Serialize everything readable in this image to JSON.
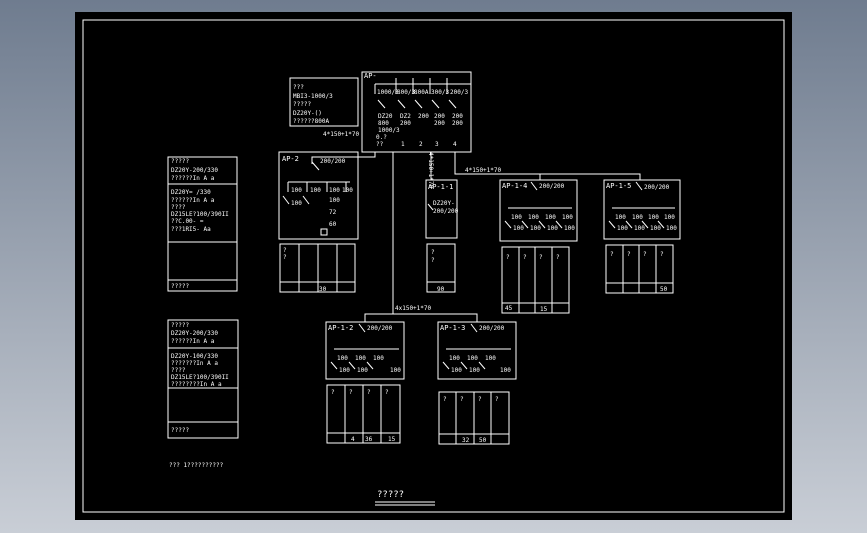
{
  "drawing_title": "?????",
  "footnote": "???  1??????????",
  "legend": {
    "text_lines": [
      "???",
      "MBI3-1000/3",
      "?????",
      "DZ20Y-()",
      "??????800A"
    ]
  },
  "left_panel_1": {
    "lines": [
      "?????",
      "DZ20Y-200/330",
      "??????In  A    a",
      "DZ20Y=   /330",
      "??????In  A    a",
      "????",
      "DZ15LE?100/390II",
      "??C.00- =",
      "???1RI5-  Aa"
    ],
    "bottom": "?????"
  },
  "left_panel_2": {
    "lines": [
      "?????",
      "DZ20Y-200/330",
      "??????In  A    a",
      "DZ20Y-100/330",
      "???????In  A    a",
      "????",
      "DZ15LE?100/390II",
      "????????In  A    a"
    ],
    "bottom": "?????"
  },
  "main": {
    "name": "AP-",
    "ratings": [
      "1000/3",
      "800/3",
      "800A",
      "300/3",
      "200/3"
    ],
    "sub_a": [
      "DZ20",
      "800",
      "1000/3"
    ],
    "sub_b": [
      "DZ2",
      "200"
    ],
    "sub_c": [
      "200"
    ],
    "sub_d": [
      "200",
      "200"
    ],
    "sub_e": [
      "200",
      "200"
    ],
    "outputs": [
      "1",
      "2",
      "3",
      "4"
    ],
    "misc": [
      "??",
      "0.?"
    ]
  },
  "cables": {
    "c1": "4*150+1*70",
    "c2": "4*150+1*70",
    "c3": "4*150+1*70",
    "c4": "4x150+1*70"
  },
  "boxes": {
    "ap2": {
      "name": "AP-2",
      "main": "200/200",
      "breakers": [
        "100",
        "100",
        "100",
        "100"
      ],
      "extra": [
        "100",
        "100"
      ],
      "vals": [
        "72",
        "60"
      ],
      "qs": [
        "?",
        "?"
      ],
      "total": "30"
    },
    "ap11": {
      "name": "AP-1-1",
      "main": "DZ20Y-",
      "sub": "200/200",
      "qs": [
        "?",
        "?"
      ],
      "total": "90"
    },
    "ap14": {
      "name": "AP-1-4",
      "main": "200/200",
      "breakers": [
        "100",
        "100",
        "100",
        "100"
      ],
      "lower": [
        "100",
        "100",
        "100",
        "100"
      ],
      "qs": [
        "?",
        "?",
        "?",
        "?"
      ],
      "nums": [
        "45",
        "15"
      ]
    },
    "ap15": {
      "name": "AP-1-5",
      "main": "200/200",
      "breakers": [
        "100",
        "100",
        "100",
        "100"
      ],
      "lower": [
        "100",
        "100",
        "100",
        "100"
      ],
      "qs": [
        "?",
        "?",
        "?",
        "?"
      ],
      "total": "50"
    },
    "ap12": {
      "name": "AP-1-2",
      "main": "200/200",
      "breakers": [
        "100",
        "100",
        "100"
      ],
      "lower": [
        "100",
        "100",
        "100"
      ],
      "qs": [
        "?",
        "?",
        "?",
        "?"
      ],
      "nums": [
        "4",
        "36",
        "15"
      ]
    },
    "ap13": {
      "name": "AP-1-3",
      "main": "200/200",
      "breakers": [
        "100",
        "100",
        "100"
      ],
      "lower": [
        "100",
        "100",
        "100"
      ],
      "qs": [
        "?",
        "?",
        "?",
        "?"
      ],
      "nums": [
        "32",
        "50"
      ]
    }
  }
}
